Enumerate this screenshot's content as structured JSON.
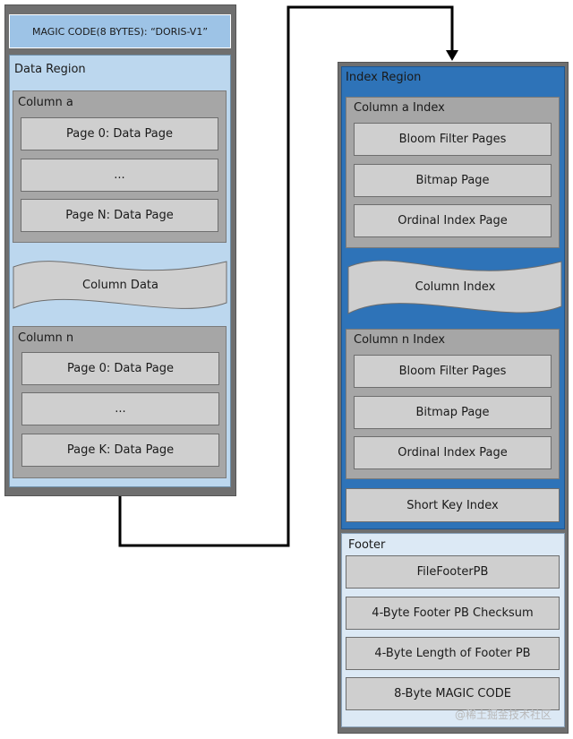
{
  "left": {
    "magic_code": "MAGIC CODE(8 BYTES): “DORIS-V1”",
    "data_region": "Data Region",
    "column_a": {
      "title": "Column a",
      "pages": [
        "Page 0: Data Page",
        "...",
        "Page N: Data Page"
      ]
    },
    "column_data": "Column Data",
    "column_n": {
      "title": "Column n",
      "pages": [
        "Page 0: Data Page",
        "...",
        "Page K: Data Page"
      ]
    }
  },
  "right": {
    "index_region": "Index Region",
    "column_a_index": {
      "title": "Column a Index",
      "items": [
        "Bloom Filter Pages",
        "Bitmap Page",
        "Ordinal Index Page"
      ]
    },
    "column_index": "Column Index",
    "column_n_index": {
      "title": "Column n Index",
      "items": [
        "Bloom Filter Pages",
        "Bitmap Page",
        "Ordinal Index Page"
      ]
    },
    "short_key_index": "Short Key Index",
    "footer": {
      "title": "Footer",
      "items": [
        "FileFooterPB",
        "4-Byte Footer PB Checksum",
        "4-Byte Length of Footer PB",
        "8-Byte MAGIC CODE"
      ]
    }
  },
  "watermark": "@稀土掘金技术社区",
  "colors": {
    "outer_gray": "#6f6f6f",
    "data_region": "#bcd7ee",
    "index_region": "#2e73b8",
    "footer_region": "#dce9f5",
    "group_gray": "#a6a6a6",
    "page_gray": "#cfcfcf",
    "magic_blue": "#9dc3e6",
    "connector": "#000000"
  }
}
